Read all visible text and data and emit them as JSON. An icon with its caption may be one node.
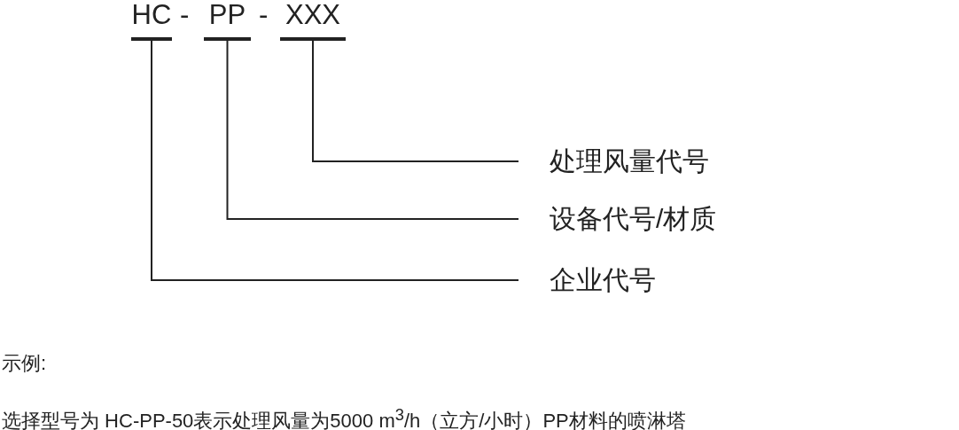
{
  "diagram": {
    "nodes": [
      {
        "text": [
          "HC"
        ]
      },
      {
        "text": [
          "PP"
        ]
      },
      {
        "text": [
          "XXX"
        ]
      },
      {
        "text": [
          "处理风量代号"
        ]
      },
      {
        "text": [
          "设备代号/材质"
        ]
      },
      {
        "text": [
          "企业代号"
        ]
      }
    ],
    "edges": [
      {
        "from": 2,
        "to": 3,
        "arrow": "none"
      },
      {
        "from": 1,
        "to": 4,
        "arrow": "none"
      },
      {
        "from": 0,
        "to": 5,
        "arrow": "none"
      }
    ],
    "labels": [
      "-",
      "-",
      "示例:",
      "选择型号为 HC-PP-50表示处理风量为5000 m$^{3}$/h（立方/小时）PP材料的喷淋塔"
    ]
  }
}
